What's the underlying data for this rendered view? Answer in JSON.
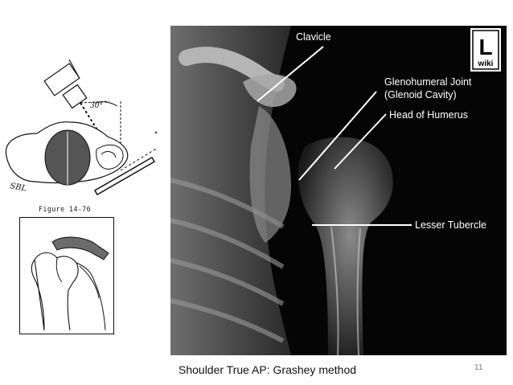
{
  "diagram": {
    "angle_label": "30°",
    "side_marker": "SBL",
    "asterisk": "*",
    "figure_caption": "Figure 14-76"
  },
  "xray": {
    "logo_letter": "L",
    "logo_word": "wiki",
    "labels": {
      "clavicle": "Clavicle",
      "glenohumeral_line1": "Glenohumeral Joint",
      "glenohumeral_line2": "(Glenoid Cavity)",
      "head_of_humerus": "Head of Humerus",
      "lesser_tubercle": "Lesser Tubercle"
    }
  },
  "slide": {
    "caption": "Shoulder True AP: Grashey method",
    "number": "11"
  }
}
